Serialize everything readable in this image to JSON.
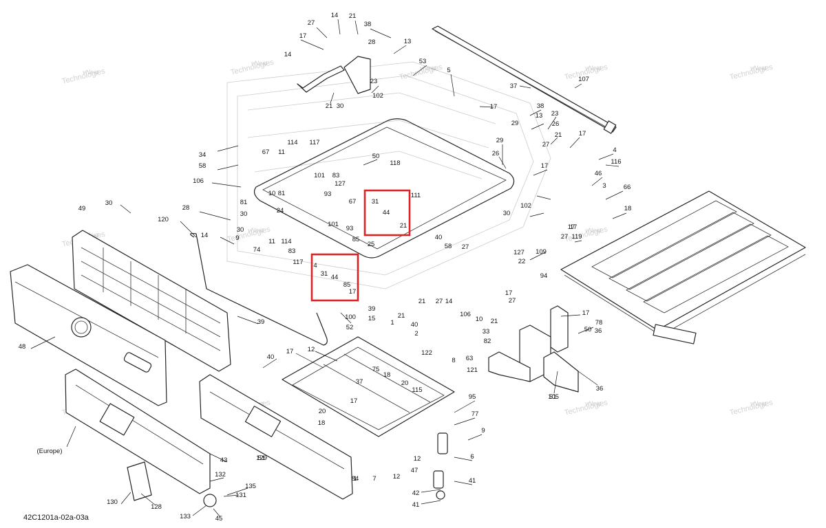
{
  "diagram": {
    "code": "42C1201a-02a-03a",
    "watermark_line1": "vNext",
    "watermark_line2": "Technologies",
    "watermark_text": "vNext Technologies",
    "highlight_color": "#dd2222",
    "callouts": [
      "14",
      "21",
      "27",
      "38",
      "17",
      "28",
      "13",
      "14",
      "53",
      "5",
      "37",
      "107",
      "23",
      "102",
      "21",
      "30",
      "17",
      "38",
      "29",
      "23",
      "13",
      "26",
      "27",
      "21",
      "17",
      "4",
      "34",
      "58",
      "106",
      "67",
      "11",
      "114",
      "117",
      "50",
      "118",
      "116",
      "46",
      "29",
      "26",
      "17",
      "101",
      "83",
      "127",
      "10",
      "81",
      "93",
      "67",
      "111",
      "24",
      "101",
      "93",
      "81",
      "30",
      "49",
      "30",
      "28",
      "120",
      "14",
      "30",
      "9",
      "74",
      "11",
      "114",
      "83",
      "117",
      "85",
      "25",
      "58",
      "27",
      "40",
      "127",
      "22",
      "109",
      "119",
      "17",
      "3",
      "66",
      "18",
      "30",
      "102",
      "17",
      "27",
      "51",
      "(Europe)",
      "48",
      "39",
      "52",
      "100",
      "39",
      "15",
      "21",
      "40",
      "21",
      "27",
      "14",
      "106",
      "10",
      "21",
      "33",
      "82",
      "17",
      "27",
      "40",
      "17",
      "12",
      "75",
      "18",
      "20",
      "115",
      "37",
      "122",
      "8",
      "63",
      "121",
      "94",
      "17",
      "36",
      "78",
      "50",
      "36",
      "105",
      "1",
      "2",
      "17",
      "20",
      "18",
      "12",
      "7",
      "84",
      "12",
      "47",
      "77",
      "95",
      "9",
      "6",
      "41",
      "42",
      "41",
      "43",
      "132",
      "135",
      "131",
      "130",
      "128",
      "133",
      "45",
      "129",
      "51",
      "1",
      "7"
    ],
    "box1_labels": [
      "31",
      "44",
      "21"
    ],
    "box2_labels": [
      "4",
      "31",
      "44",
      "85",
      "17"
    ]
  }
}
